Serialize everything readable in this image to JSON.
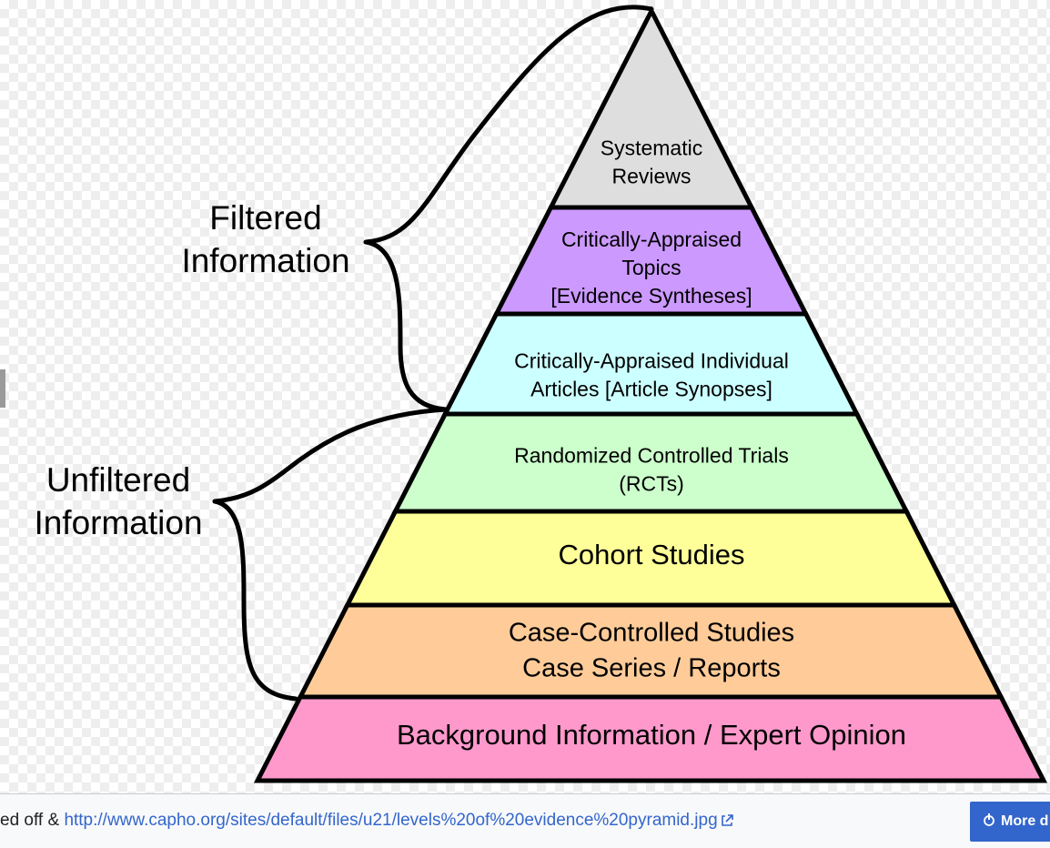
{
  "diagram": {
    "levels": [
      {
        "lines": [
          "Systematic",
          "Reviews"
        ],
        "color": "#dedede"
      },
      {
        "lines": [
          "Critically-Appraised",
          "Topics",
          "[Evidence Syntheses]"
        ],
        "color": "#cc99ff"
      },
      {
        "lines": [
          "Critically-Appraised Individual",
          "Articles [Article Synopses]"
        ],
        "color": "#ccffff"
      },
      {
        "lines": [
          "Randomized Controlled Trials",
          "(RCTs)"
        ],
        "color": "#ccffcc"
      },
      {
        "lines": [
          "Cohort Studies"
        ],
        "color": "#ffff99"
      },
      {
        "lines": [
          "Case-Controlled Studies",
          "Case Series / Reports"
        ],
        "color": "#ffcc99"
      },
      {
        "lines": [
          "Background Information / Expert Opinion"
        ],
        "color": "#ff99cc"
      }
    ],
    "groups": {
      "filtered": [
        "Filtered",
        "Information"
      ],
      "unfiltered": [
        "Unfiltered",
        "Information"
      ]
    }
  },
  "footer": {
    "credit_prefix": "ed off & ",
    "credit_link": "http://www.capho.org/sites/default/files/u21/levels%20of%20evidence%20pyramid.jpg",
    "more_label": "More d",
    "more_icon": "hand-pointer-icon"
  }
}
